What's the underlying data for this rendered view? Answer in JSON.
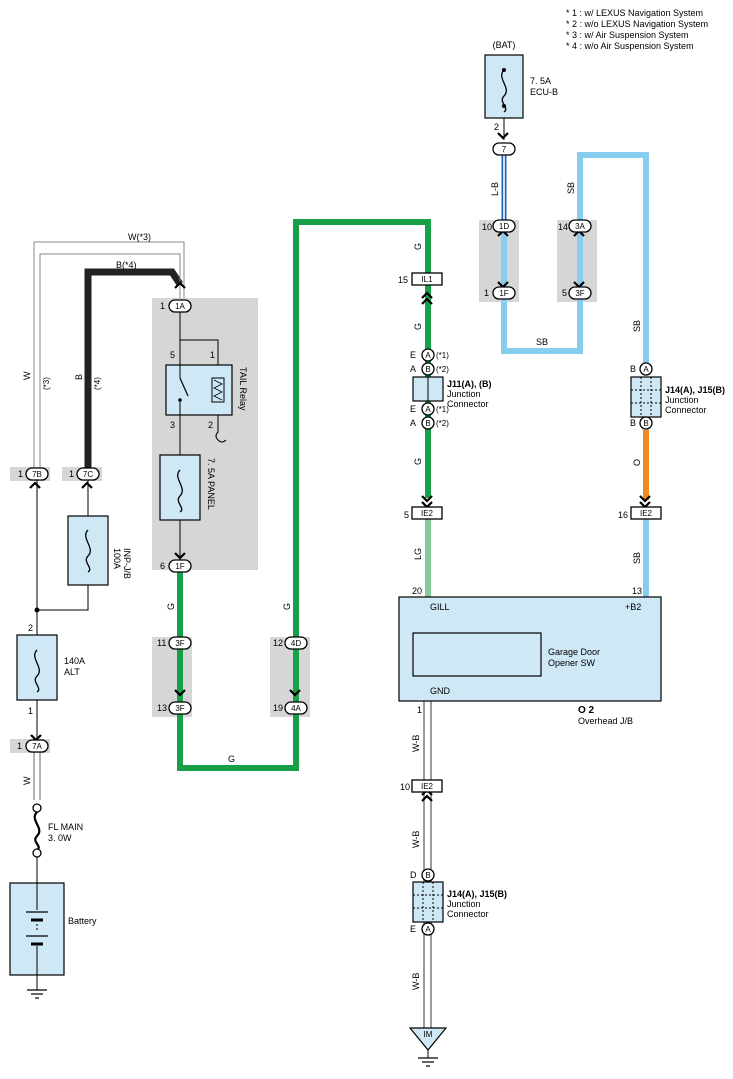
{
  "notes": [
    "* 1 : w/ LEXUS Navigation System",
    "* 2 : w/o LEXUS Navigation System",
    "* 3 : w/ Air Suspension System",
    "* 4 : w/o Air Suspension System"
  ],
  "components": {
    "bat_label": "(BAT)",
    "ecu_fuse": "7. 5A",
    "ecu_fuse_name": "ECU-B",
    "tail_relay": "TAIL Relay",
    "panel_fuse": "7. 5A PANEL",
    "inp_fuse": "100A",
    "inp_fuse_name": "INP-J/B",
    "alt_fuse": "140A",
    "alt_fuse_name": "ALT",
    "fl_main": "FL MAIN",
    "fl_main_rating": "3. 0W",
    "battery": "Battery",
    "j11": "J11(A), (B)",
    "j14": "J14(A), J15(B)",
    "junction": "Junction",
    "connector": "Connector",
    "o2": "O 2",
    "overhead": "Overhead J/B",
    "garage1": "Garage Door",
    "garage2": "Opener SW",
    "gill": "GILL",
    "b2": "+B2",
    "gnd": "GND",
    "im": "IM"
  },
  "connectors": {
    "c7": "7",
    "c1D": "1D",
    "c3A": "3A",
    "c1F": "1F",
    "c3F": "3F",
    "cIL1": "IL1",
    "cA": "A",
    "cB": "B",
    "cIE2": "IE2",
    "c1A": "1A",
    "c7B": "7B",
    "c7C": "7C",
    "c4D": "4D",
    "c4A": "4A",
    "c7A": "7A",
    "cD": "D",
    "cE": "E"
  },
  "pins": {
    "p1": "1",
    "p2": "2",
    "p3": "3",
    "p5": "5",
    "p6": "6",
    "p10": "10",
    "p11": "11",
    "p12": "12",
    "p13": "13",
    "p14": "14",
    "p15": "15",
    "p16": "16",
    "p19": "19",
    "p20": "20"
  },
  "marks": {
    "s1": "(*1)",
    "s2": "(*2)",
    "s3": "(*3)",
    "s4": "(*4)"
  },
  "wires": {
    "W": "W",
    "B": "B",
    "G": "G",
    "LG": "LG",
    "SB": "SB",
    "O": "O",
    "LB": "L-B",
    "WB": "W-B",
    "W3": "W(*3)",
    "B4": "B(*4)"
  },
  "colors": {
    "green": "#18a048",
    "light_green": "#86c89c",
    "sky_blue": "#86cdf0",
    "orange": "#f08a24",
    "blue": "#1f5fbf",
    "component_fill": "#cfe8f5",
    "panel_grey": "#d6d6d6"
  }
}
